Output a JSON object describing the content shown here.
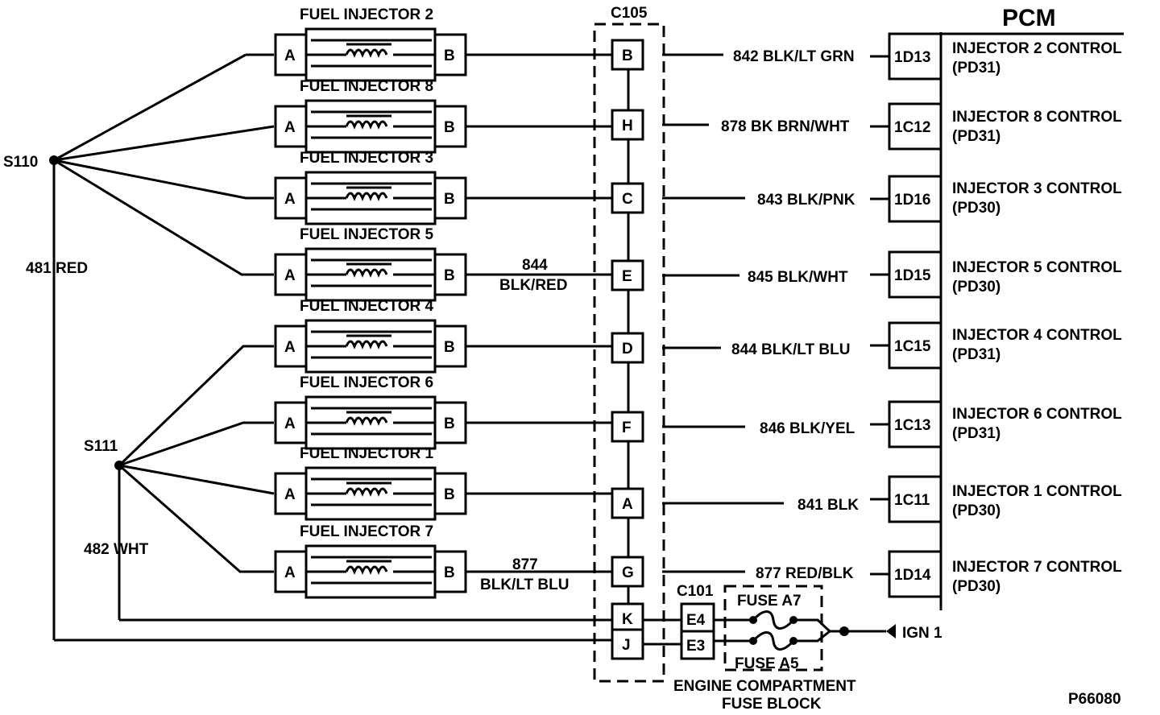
{
  "pcm": {
    "title": "PCM",
    "pins": [
      {
        "pin": "1D13",
        "label": "INJECTOR 2 CONTROL",
        "sub": "(PD31)"
      },
      {
        "pin": "1C12",
        "label": "INJECTOR 8 CONTROL",
        "sub": "(PD31)"
      },
      {
        "pin": "1D16",
        "label": "INJECTOR 3 CONTROL",
        "sub": "(PD30)"
      },
      {
        "pin": "1D15",
        "label": "INJECTOR 5 CONTROL",
        "sub": "(PD30)"
      },
      {
        "pin": "1C15",
        "label": "INJECTOR 4 CONTROL",
        "sub": "(PD31)"
      },
      {
        "pin": "1C13",
        "label": "INJECTOR 6 CONTROL",
        "sub": "(PD31)"
      },
      {
        "pin": "1C11",
        "label": "INJECTOR 1 CONTROL",
        "sub": "(PD30)"
      },
      {
        "pin": "1D14",
        "label": "INJECTOR 7 CONTROL",
        "sub": "(PD30)"
      }
    ]
  },
  "injectors": [
    {
      "name": "FUEL INJECTOR 2",
      "pin_a": "A",
      "pin_b": "B"
    },
    {
      "name": "FUEL INJECTOR 8",
      "pin_a": "A",
      "pin_b": "B"
    },
    {
      "name": "FUEL INJECTOR 3",
      "pin_a": "A",
      "pin_b": "B"
    },
    {
      "name": "FUEL INJECTOR 5",
      "pin_a": "A",
      "pin_b": "B"
    },
    {
      "name": "FUEL INJECTOR 4",
      "pin_a": "A",
      "pin_b": "B"
    },
    {
      "name": "FUEL INJECTOR 6",
      "pin_a": "A",
      "pin_b": "B"
    },
    {
      "name": "FUEL INJECTOR 1",
      "pin_a": "A",
      "pin_b": "B"
    },
    {
      "name": "FUEL INJECTOR 7",
      "pin_a": "A",
      "pin_b": "B"
    }
  ],
  "c105": {
    "label": "C105",
    "pins": [
      "B",
      "H",
      "C",
      "E",
      "D",
      "F",
      "A",
      "G",
      "K",
      "J"
    ]
  },
  "circuits": [
    "842 BLK/LT GRN",
    "878 BK BRN/WHT",
    "843 BLK/PNK",
    "845 BLK/WHT",
    "844 BLK/LT BLU",
    "846 BLK/YEL",
    "841 BLK",
    "877 RED/BLK"
  ],
  "inline_labels": {
    "inj5_num": "844",
    "inj5_color": "BLK/RED",
    "inj7_num": "877",
    "inj7_color": "BLK/LT BLU"
  },
  "splices": {
    "s110": "S110",
    "s111": "S111",
    "s110_wire": "481 RED",
    "s111_wire": "482 WHT"
  },
  "c101": {
    "label": "C101",
    "pins": [
      "E4",
      "E3"
    ]
  },
  "fuses": {
    "a7": "FUSE A7",
    "a5": "FUSE A5"
  },
  "fuse_block": {
    "line1": "ENGINE COMPARTMENT",
    "line2": "FUSE BLOCK"
  },
  "ign": "IGN 1",
  "figure_id": "P66080"
}
